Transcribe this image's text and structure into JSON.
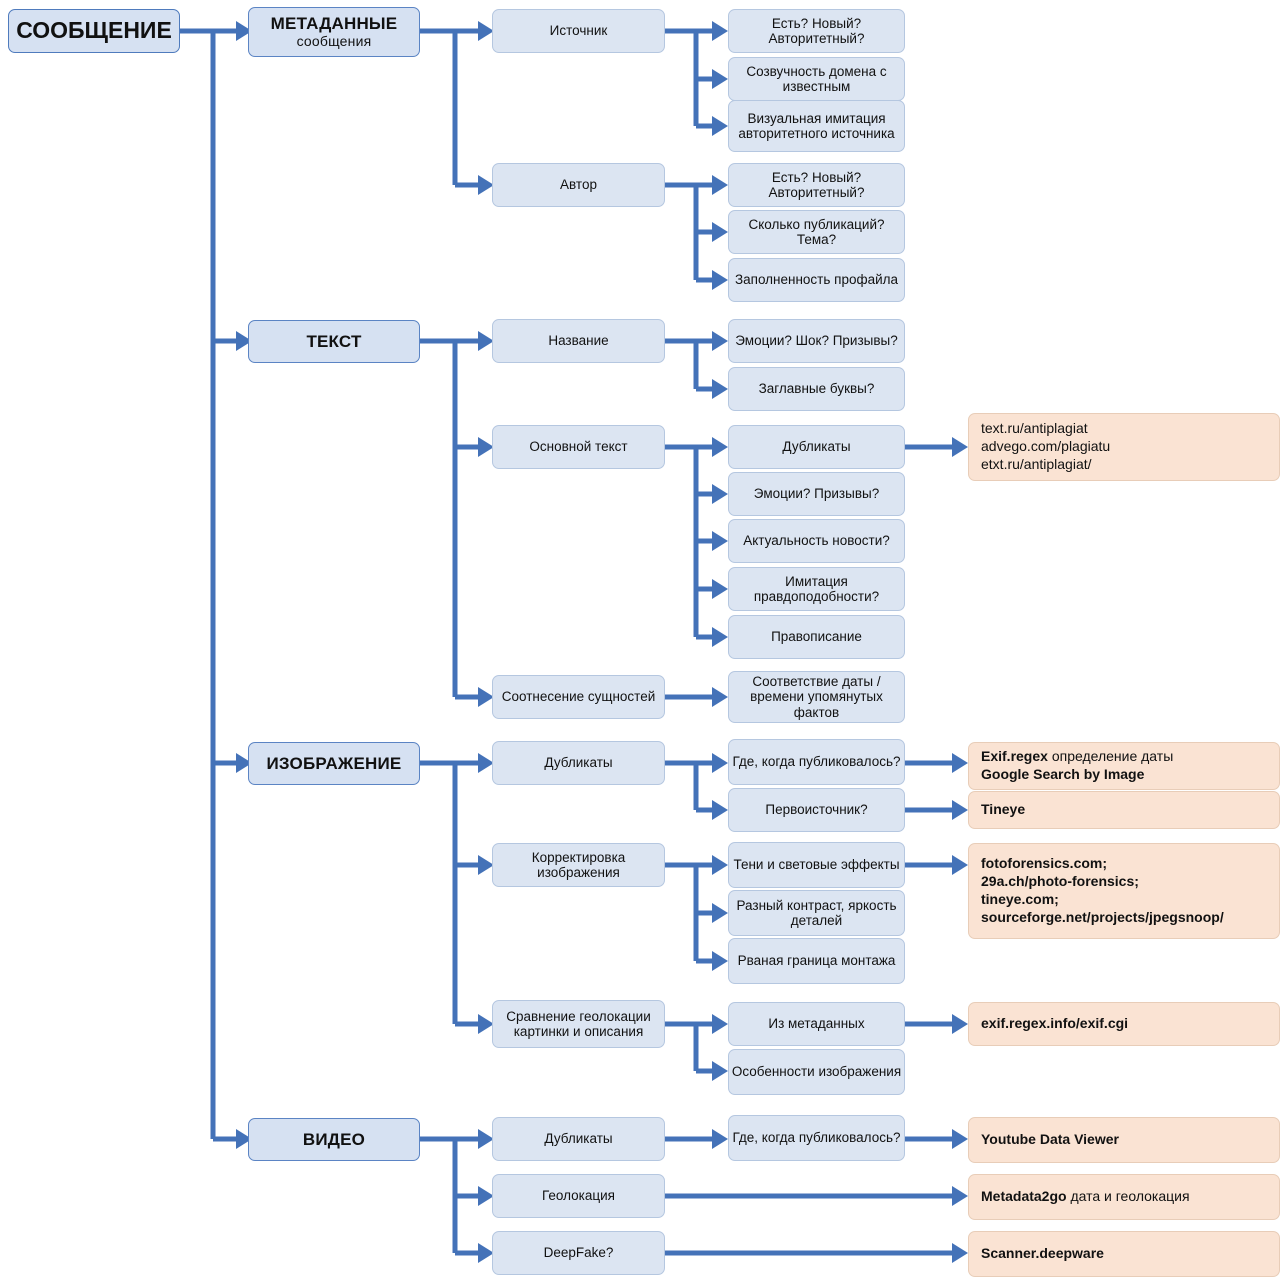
{
  "diagram": {
    "title": "СООБЩЕНИЕ",
    "root": {
      "label": "СООБЩЕНИЕ"
    },
    "branches": [
      {
        "id": "metadata",
        "label": "МЕТАДАННЫЕ",
        "sublabel": "сообщения",
        "children": [
          {
            "label": "Источник",
            "checks": [
              {
                "label": "Есть? Новый? Авторитетный?"
              },
              {
                "label": "Созвучность домена с известным"
              },
              {
                "label": "Визуальная имитация авторитетного источника"
              }
            ]
          },
          {
            "label": "Автор",
            "checks": [
              {
                "label": "Есть? Новый? Авторитетный?"
              },
              {
                "label": "Сколько публикаций? Тема?"
              },
              {
                "label": "Заполненность профайла"
              }
            ]
          }
        ]
      },
      {
        "id": "text",
        "label": "ТЕКСТ",
        "sublabel": "",
        "children": [
          {
            "label": "Название",
            "checks": [
              {
                "label": "Эмоции? Шок? Призывы?"
              },
              {
                "label": "Заглавные буквы?"
              }
            ]
          },
          {
            "label": "Основной текст",
            "checks": [
              {
                "label": "Дубликаты",
                "tool": "tool-antiplagiat"
              },
              {
                "label": "Эмоции? Призывы?"
              },
              {
                "label": "Актуальность новости?"
              },
              {
                "label": "Имитация правдоподобности?"
              },
              {
                "label": "Правописание"
              }
            ]
          },
          {
            "label": "Соотнесение сущностей",
            "checks": [
              {
                "label": "Соответствие даты / времени упомянутых фактов"
              }
            ]
          }
        ]
      },
      {
        "id": "image",
        "label": "ИЗОБРАЖЕНИЕ",
        "sublabel": "",
        "children": [
          {
            "label": "Дубликаты",
            "checks": [
              {
                "label": "Где, когда публиковалось?",
                "tool": "tool-exif-google"
              },
              {
                "label": "Первоисточник?",
                "tool": "tool-tineye"
              }
            ]
          },
          {
            "label": "Корректировка изображения",
            "checks": [
              {
                "label": "Тени и световые эффекты",
                "tool": "tool-forensics"
              },
              {
                "label": "Разный контраст, яркость деталей"
              },
              {
                "label": "Рваная граница монтажа"
              }
            ]
          },
          {
            "label": "Сравнение геолокации картинки и описания",
            "checks": [
              {
                "label": "Из метаданных",
                "tool": "tool-exif-cgi"
              },
              {
                "label": "Особенности изображения"
              }
            ]
          }
        ]
      },
      {
        "id": "video",
        "label": "ВИДЕО",
        "sublabel": "",
        "children": [
          {
            "label": "Дубликаты",
            "checks": [
              {
                "label": "Где, когда публиковалось?",
                "tool": "tool-youtube"
              }
            ]
          },
          {
            "label": "Геолокация",
            "checks": [],
            "tool": "tool-metadata2go"
          },
          {
            "label": "DeepFake?",
            "checks": [],
            "tool": "tool-deepware"
          }
        ]
      }
    ],
    "tools": {
      "antiplagiat": {
        "lines": [
          "text.ru/antiplagiat",
          "advego.com/plagiatu",
          "etxt.ru/antiplagiat/"
        ]
      },
      "exif_google": {
        "line1_bold": "Exif.regex",
        "line1_rest": " определение даты",
        "line2_bold": "Google Search by Image"
      },
      "tineye": {
        "bold": "Tineye"
      },
      "forensics": {
        "lines": [
          "fotoforensics.com;",
          "29a.ch/photo-forensics;",
          "tineye.com;",
          "sourceforge.net/projects/jpegsnoop/"
        ]
      },
      "exif_cgi": {
        "bold": "exif.regex.info/exif.cgi"
      },
      "youtube": {
        "bold": "Youtube Data Viewer"
      },
      "metadata2go": {
        "bold": "Metadata2go",
        "rest": " дата и геолокация"
      },
      "deepware": {
        "bold": "Scanner.deepware"
      }
    },
    "colors": {
      "node_fill": "#dce5f2",
      "node_border": "#b5c7e0",
      "tool_fill": "#fae3d3",
      "tool_border": "#e8cdb8",
      "connector": "#4472b8",
      "root_border": "#4f7bbd"
    }
  }
}
